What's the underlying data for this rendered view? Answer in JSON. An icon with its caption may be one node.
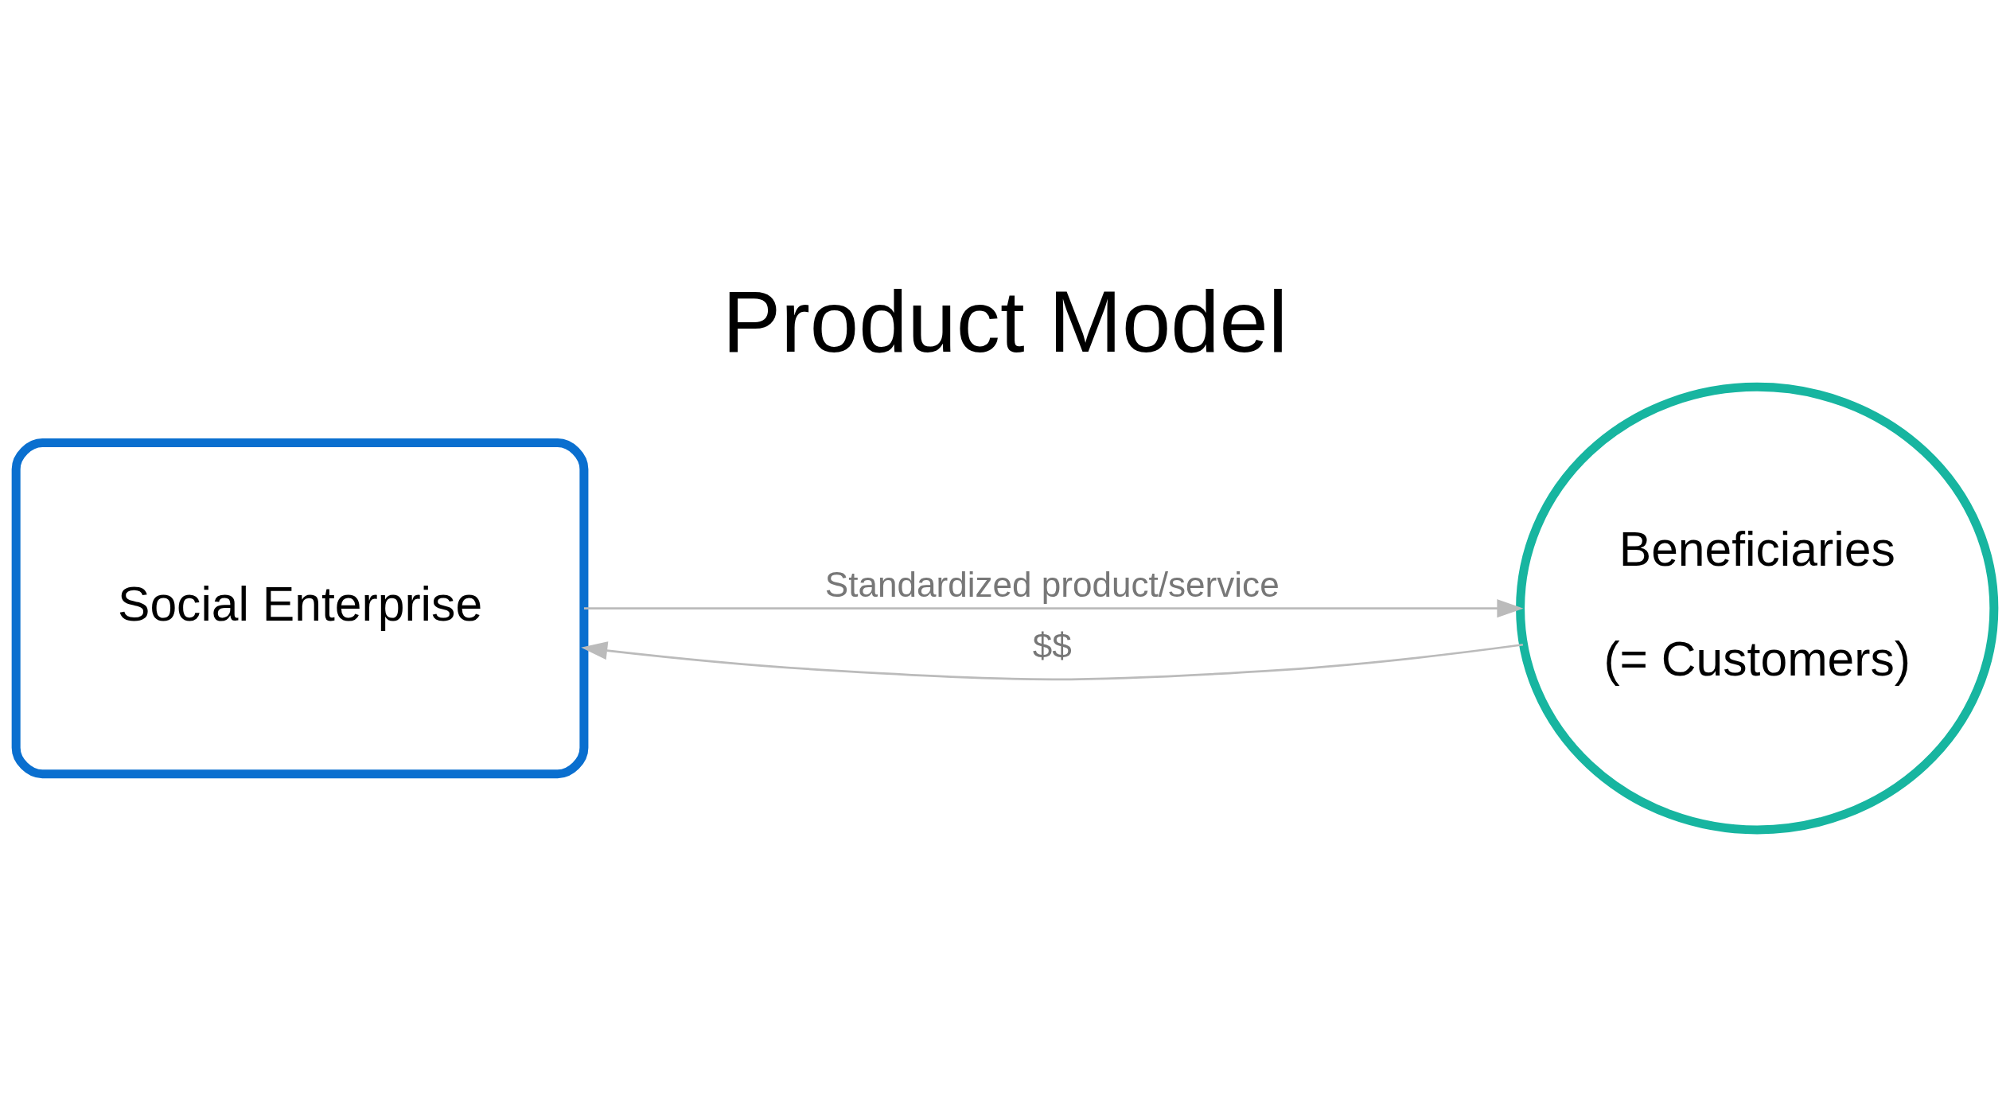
{
  "diagram": {
    "title": "Product Model",
    "nodes": [
      {
        "text": [
          "Social Enterprise"
        ]
      },
      {
        "text": [
          "Beneficiaries",
          "(= Customers)"
        ]
      }
    ],
    "edges": [
      {
        "from": 0,
        "to": 1,
        "arrow": "to",
        "label": "Standardized product/service"
      },
      {
        "from": 1,
        "to": 0,
        "arrow": "to",
        "label": "$$"
      }
    ]
  }
}
